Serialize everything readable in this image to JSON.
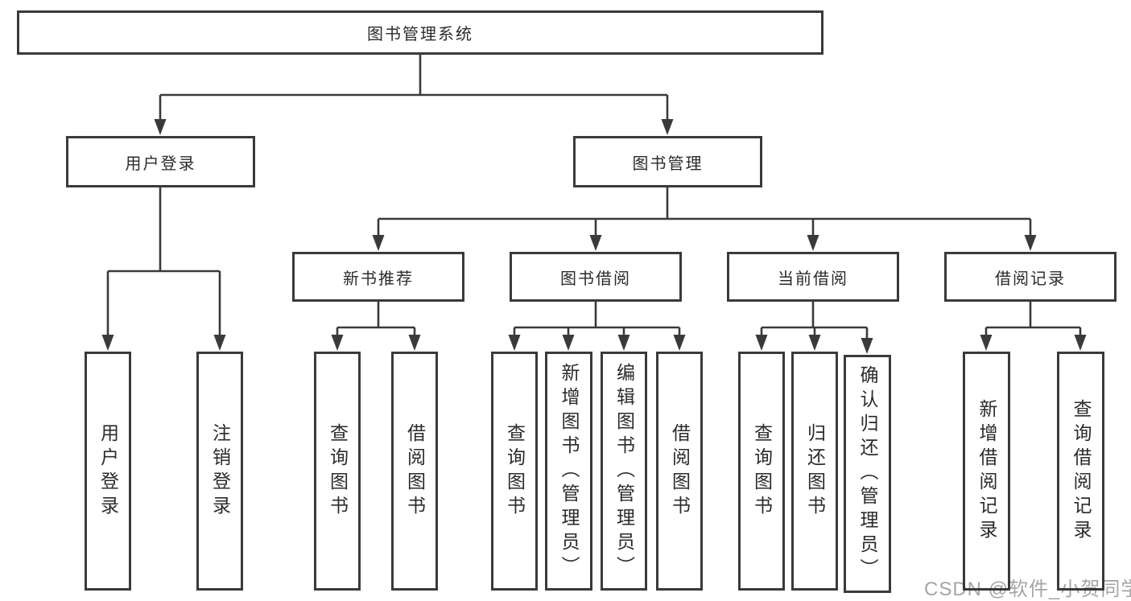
{
  "diagram": {
    "root": {
      "label": "图书管理系统"
    },
    "level2": [
      {
        "label": "用户登录"
      },
      {
        "label": "图书管理"
      }
    ],
    "level3": [
      {
        "label": "新书推荐"
      },
      {
        "label": "图书借阅"
      },
      {
        "label": "当前借阅"
      },
      {
        "label": "借阅记录"
      }
    ],
    "leaves": {
      "user_login": [
        "用户登录",
        "注销登录"
      ],
      "new_book_recommend": [
        "查询图书",
        "借阅图书"
      ],
      "book_borrow": [
        "查询图书",
        "新增图书（管理员）",
        "编辑图书（管理员）",
        "借阅图书"
      ],
      "current_borrow": [
        "查询图书",
        "归还图书",
        "确认归还（管理员）"
      ],
      "borrow_records": [
        "新增借阅记录",
        "查询借阅记录"
      ]
    }
  },
  "watermark": {
    "text": "CSDN @软件_小贺同学"
  },
  "colors": {
    "line": "#3a3a3a",
    "text": "#2b2b2b",
    "background": "#ffffff",
    "watermark": "rgba(60,52,52,0.45)"
  }
}
